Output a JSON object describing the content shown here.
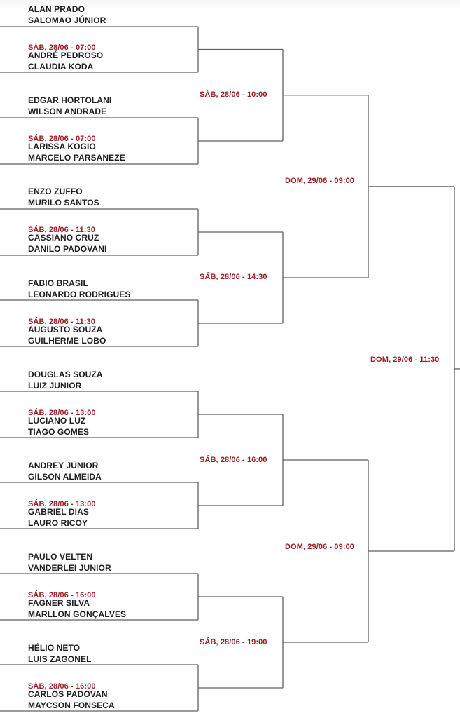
{
  "colors": {
    "accent": "#9a1d25",
    "line": "#5f5f5f",
    "text": "#1e1e1e"
  },
  "round1": [
    {
      "team_a": "ALAN PRADO",
      "team_b": "SALOMAO JÚNIOR",
      "team_c": "ANDRÉ PEDROSO",
      "team_d": "CLAUDIA KODA",
      "time": "SÁB, 28/06 - 07:00"
    },
    {
      "team_a": "EDGAR HORTOLANI",
      "team_b": "WILSON ANDRADE",
      "team_c": "LARISSA KOGIO",
      "team_d": "MARCELO PARSANEZE",
      "time": "SÁB, 28/06 - 07:00"
    },
    {
      "team_a": "ENZO ZUFFO",
      "team_b": "MURILO SANTOS",
      "team_c": "CASSIANO CRUZ",
      "team_d": "DANILO PADOVANI",
      "time": "SÁB, 28/06 - 11:30"
    },
    {
      "team_a": "FABIO BRASIL",
      "team_b": "LEONARDO RODRIGUES",
      "team_c": "AUGUSTO SOUZA",
      "team_d": "GUILHERME LOBO",
      "time": "SÁB, 28/06 - 11:30"
    },
    {
      "team_a": "DOUGLAS SOUZA",
      "team_b": "LUIZ JUNIOR",
      "team_c": "LUCIANO LUZ",
      "team_d": "TIAGO GOMES",
      "time": "SÁB, 28/06 - 13:00"
    },
    {
      "team_a": "ANDREY JÚNIOR",
      "team_b": "GILSON ALMEIDA",
      "team_c": "GABRIEL DIAS",
      "team_d": "LAURO RICOY",
      "time": "SÁB, 28/06 - 13:00"
    },
    {
      "team_a": "PAULO VELTEN",
      "team_b": "VANDERLEI JUNIOR",
      "team_c": "FAGNER SILVA",
      "team_d": "MARLLON GONÇALVES",
      "time": "SÁB, 28/06 - 16:00"
    },
    {
      "team_a": "HÉLIO NETO",
      "team_b": "LUIS ZAGONEL",
      "team_c": "CARLOS PADOVAN",
      "team_d": "MAYCSON FONSECA",
      "time": "SÁB, 28/06 - 16:00"
    }
  ],
  "round2": [
    {
      "time": "SÁB, 28/06 - 10:00"
    },
    {
      "time": "SÁB, 28/06 - 14:30"
    },
    {
      "time": "SÁB, 28/06 - 16:00"
    },
    {
      "time": "SÁB, 28/06 - 19:00"
    }
  ],
  "semifinals": [
    {
      "time": "DOM, 29/06 - 09:00"
    },
    {
      "time": "DOM, 29/06 - 09:00"
    }
  ],
  "final": {
    "time": "DOM, 29/06 - 11:30"
  }
}
